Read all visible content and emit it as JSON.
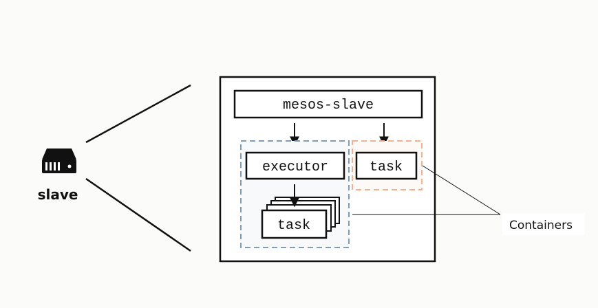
{
  "node": {
    "label": "slave",
    "icon": "server-icon"
  },
  "agent": {
    "label": "mesos-slave"
  },
  "executor": {
    "label": "executor",
    "task_label": "task"
  },
  "standalone_task": {
    "label": "task"
  },
  "callout": {
    "label": "Containers"
  },
  "colors": {
    "executor_container_border": "#7f9bb5",
    "task_container_border": "#f0b190",
    "stroke": "#111111",
    "background": "#fbfbf9"
  }
}
